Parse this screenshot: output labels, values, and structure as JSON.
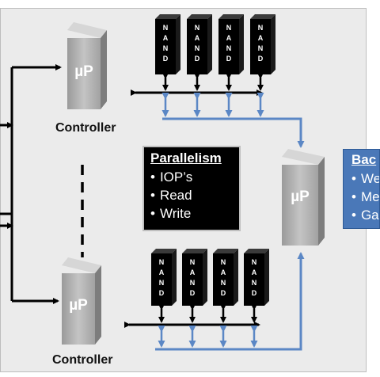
{
  "chips": {
    "label_letters": [
      "N",
      "A",
      "N",
      "D"
    ]
  },
  "controllers": {
    "top_label": "Controller",
    "bottom_label": "Controller",
    "processor_text": "µP"
  },
  "backend_processor": {
    "text": "µP"
  },
  "parallelism": {
    "title": "Parallelism",
    "items": [
      "IOP’s",
      "Read",
      "Write"
    ]
  },
  "backend_box": {
    "title": "Bac",
    "items": [
      "We",
      "Me",
      "Ga"
    ]
  },
  "colors": {
    "panel_bg": "#ebebeb",
    "chip": "#000000",
    "processor": "#a8a8a8",
    "blue_arrow": "#5b87c5",
    "blue_box": "#4a78b8"
  },
  "icons": {
    "chip": "nand-chip-icon",
    "processor": "microprocessor-block-icon"
  }
}
